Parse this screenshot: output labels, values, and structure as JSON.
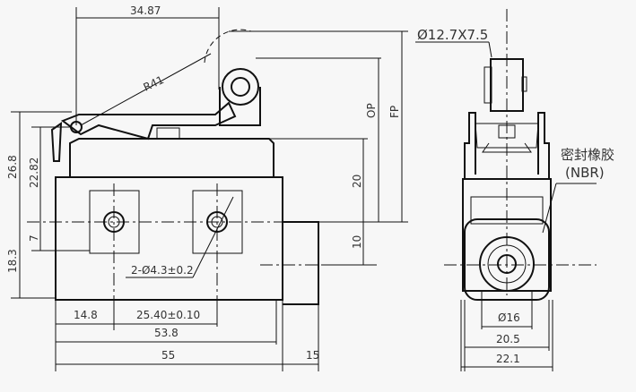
{
  "front_view": {
    "dim_lever_offset": "34.87",
    "dim_radius": "R41",
    "dim_op": "OP",
    "dim_fp": "FP",
    "dim_20": "20",
    "dim_10": "10",
    "dim_26_8": "26.8",
    "dim_22_82": "22.82",
    "dim_7": "7",
    "dim_18_3": "18.3",
    "dim_holes": "2-Ø4.3±0.2",
    "dim_14_8": "14.8",
    "dim_hole_pitch": "25.40±0.10",
    "dim_53_8": "53.8",
    "dim_55": "55",
    "dim_15": "15"
  },
  "side_view": {
    "dim_roller": "Ø12.7X7.5",
    "seal_label": "密封橡胶",
    "seal_material": "(NBR)",
    "dim_16": "Ø16",
    "dim_20_5": "20.5",
    "dim_22_1": "22.1"
  }
}
